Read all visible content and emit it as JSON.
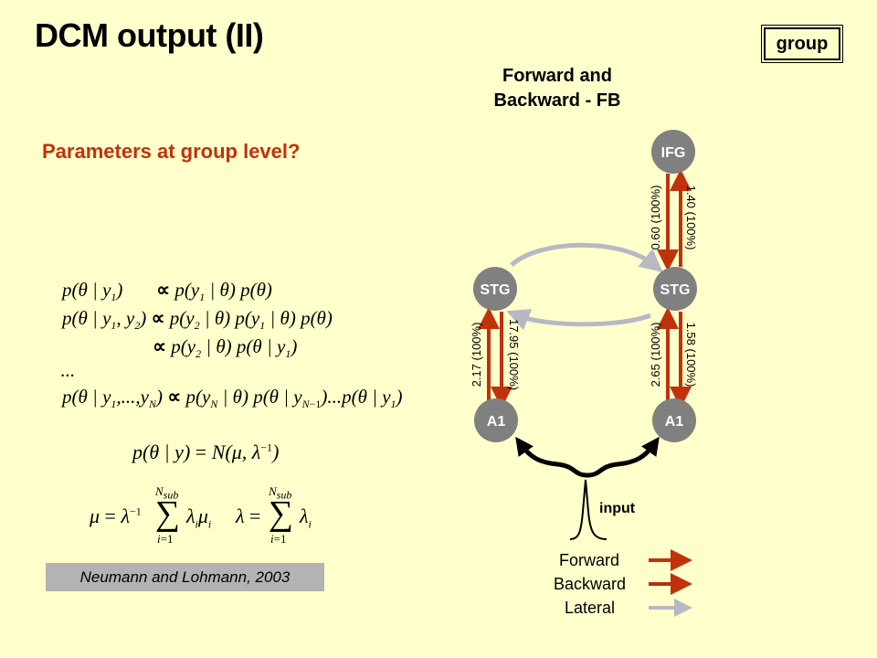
{
  "title": "DCM output (II)",
  "badge": "group",
  "model_title": [
    "Forward and",
    "Backward - FB"
  ],
  "question": "Parameters at group level?",
  "nodes": {
    "ifg": "IFG",
    "stg_left": "STG",
    "stg_right": "STG",
    "a1_left": "A1",
    "a1_right": "A1"
  },
  "connections": {
    "ifg_backward": "0.60 (100%)",
    "ifg_forward": "1.40 (100%)",
    "left_a1_stg": "2.17 (100%)",
    "left_stg_a1": "17.95 (100%)",
    "right_a1_stg": "2.65 (100%)",
    "right_stg_a1": "1.58 (100%)"
  },
  "input_label": "input",
  "legend": {
    "forward": "Forward",
    "backward": "Backward",
    "lateral": "Lateral"
  },
  "citation": "Neumann and Lohmann, 2003",
  "colors": {
    "background": "#ffffcc",
    "node": "#808080",
    "forward": "#c0320c",
    "backward": "#b4320a",
    "lateral": "#b8b8c4",
    "question": "#c0320c"
  }
}
